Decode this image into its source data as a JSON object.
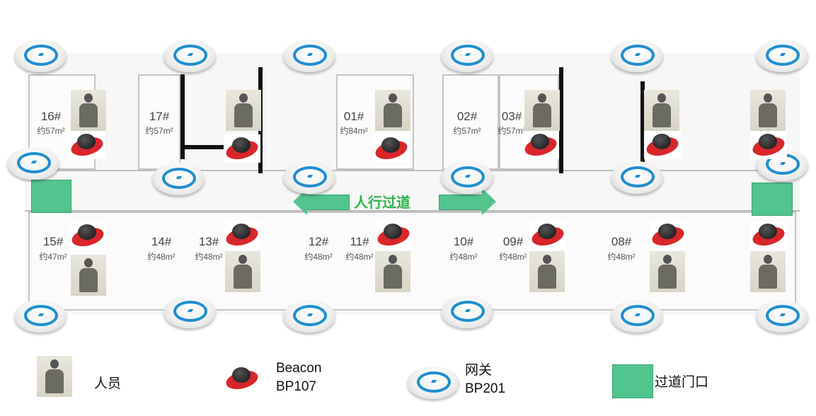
{
  "corridor_label": "人行过道",
  "rooms_top": [
    {
      "no": "16#",
      "area": "约57m²"
    },
    {
      "no": "17#",
      "area": "约57m²"
    },
    {
      "no": "01#",
      "area": "约84m²"
    },
    {
      "no": "02#",
      "area": "约57m²"
    },
    {
      "no": "03#",
      "area": "约57m²"
    }
  ],
  "rooms_bottom": [
    {
      "no": "15#",
      "area": "约47m²"
    },
    {
      "no": "14#",
      "area": "约48m²"
    },
    {
      "no": "13#",
      "area": "约48m²"
    },
    {
      "no": "12#",
      "area": "约48m²"
    },
    {
      "no": "11#",
      "area": "约48m²"
    },
    {
      "no": "10#",
      "area": "约48m²"
    },
    {
      "no": "09#",
      "area": "约48m²"
    },
    {
      "no": "08#",
      "area": "约48m²"
    }
  ],
  "legend": {
    "person": "人员",
    "beacon_line1": "Beacon",
    "beacon_line2": "BP107",
    "gateway_line1": "网关",
    "gateway_line2": "BP201",
    "door": "过道门口"
  },
  "colors": {
    "door_green": "#52c58e",
    "gateway_blue": "#1e8fd0",
    "beacon_red": "#d8262a"
  }
}
